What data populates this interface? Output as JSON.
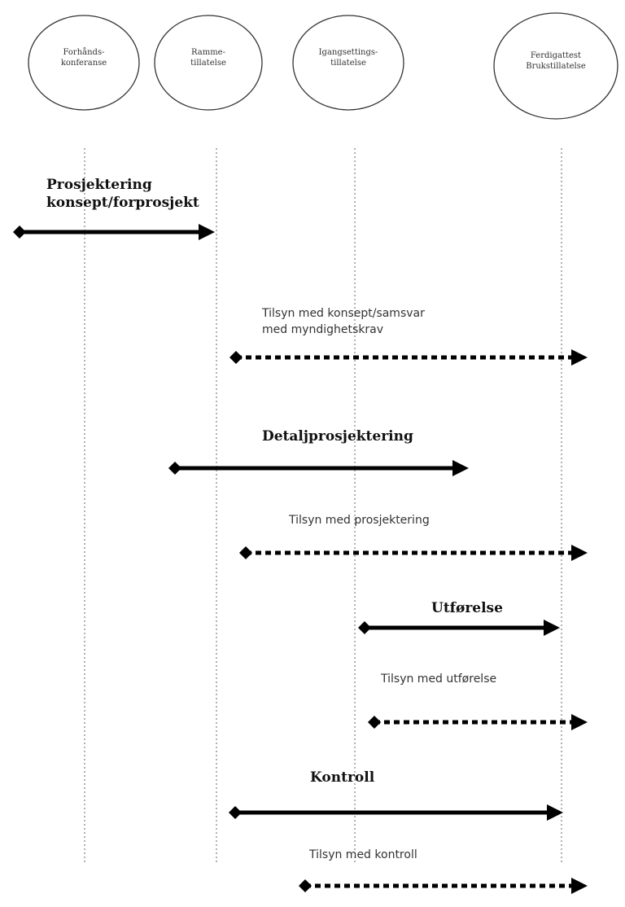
{
  "milestones": [
    {
      "lines": [
        "Forhånds-",
        "konferanse"
      ]
    },
    {
      "lines": [
        "Ramme-",
        "tillatelse"
      ]
    },
    {
      "lines": [
        "Igangsettings-",
        "tillatelse"
      ]
    },
    {
      "lines": [
        "Ferdigattest",
        "Brukstillatelse"
      ]
    }
  ],
  "activities": [
    {
      "lines": [
        "Prosjektering",
        "konsept/forprosjekt"
      ],
      "style": "bold",
      "arrow": "solid"
    },
    {
      "lines": [
        "Tilsyn med konsept/samsvar",
        "med myndighetskrav"
      ],
      "style": "plain",
      "arrow": "dotted"
    },
    {
      "lines": [
        "Detaljprosjektering"
      ],
      "style": "bold",
      "arrow": "solid"
    },
    {
      "lines": [
        "Tilsyn med prosjektering"
      ],
      "style": "plain",
      "arrow": "dotted"
    },
    {
      "lines": [
        "Utførelse"
      ],
      "style": "bold",
      "arrow": "solid"
    },
    {
      "lines": [
        "Tilsyn med utførelse"
      ],
      "style": "plain",
      "arrow": "dotted"
    },
    {
      "lines": [
        "Kontroll"
      ],
      "style": "bold",
      "arrow": "solid"
    },
    {
      "lines": [
        "Tilsyn med kontroll"
      ],
      "style": "plain",
      "arrow": "dotted"
    }
  ]
}
